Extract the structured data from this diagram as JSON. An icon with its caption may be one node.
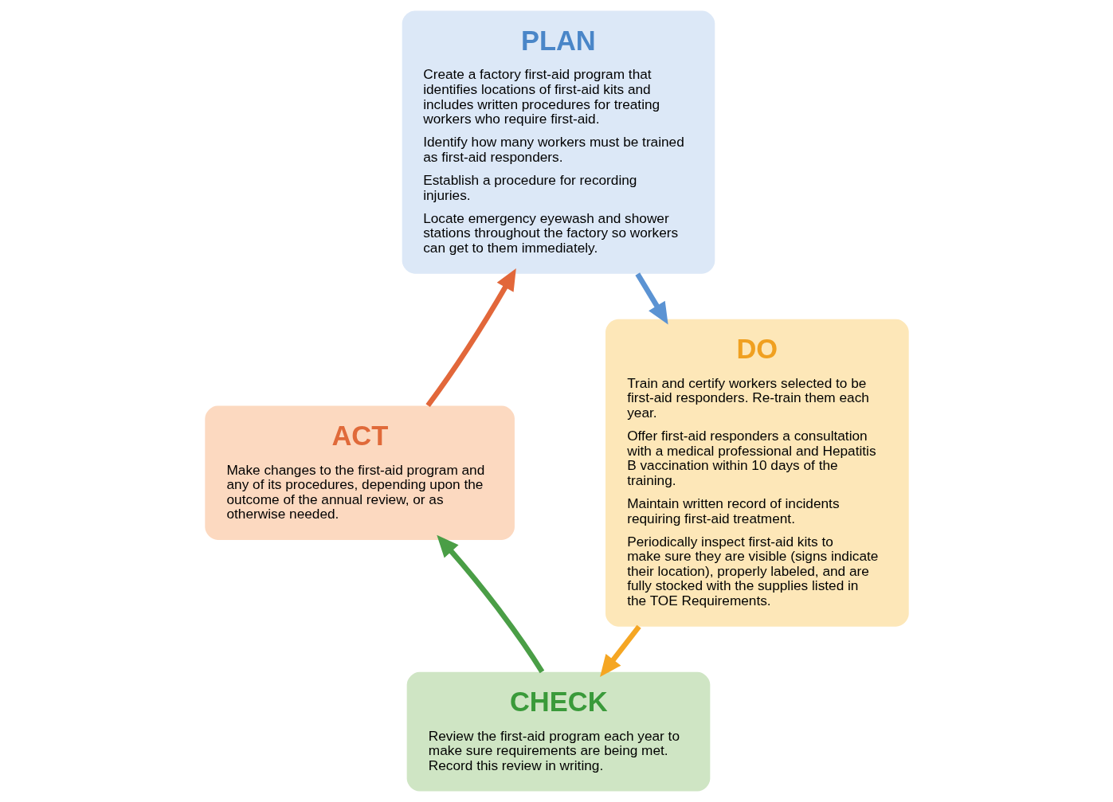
{
  "diagram": {
    "nodes": [
      {
        "text": [
          "PLAN",
          "Create a factory first-aid program that identifies locations of first-aid kits and includes written procedures for treating workers who require first-aid.",
          "Identify how many workers must be trained as first-aid responders.",
          "Establish a procedure for recording injuries.",
          "Locate emergency eyewash and shower stations throughout the factory so workers can get to them immediately."
        ]
      },
      {
        "text": [
          "DO",
          "Train and certify workers selected to be first-aid responders. Re-train them each year.",
          "Offer first-aid responders a consultation with a medical professional and Hepatitis B vaccination within 10 days of the training.",
          "Maintain written record of incidents requiring first-aid treatment.",
          "Periodically inspect first-aid kits to make sure they are visible (signs indicate their location), properly labeled, and are fully stocked with the supplies listed in the TOE Requirements."
        ]
      },
      {
        "text": [
          "CHECK",
          "Review the first-aid program each year to make sure requirements are being met. Record this review in writing."
        ]
      },
      {
        "text": [
          "ACT",
          "Make changes to the first-aid program and any of its procedures, depending upon the outcome of the annual review, or as otherwise needed."
        ]
      }
    ],
    "edges": [
      {
        "from": 0,
        "to": 1,
        "arrow": "to",
        "color": "#5b93d3"
      },
      {
        "from": 1,
        "to": 2,
        "arrow": "to",
        "color": "#f5a623"
      },
      {
        "from": 2,
        "to": 3,
        "arrow": "to",
        "color": "#4a9e46"
      },
      {
        "from": 3,
        "to": 0,
        "arrow": "to",
        "color": "#e2673a"
      }
    ]
  }
}
